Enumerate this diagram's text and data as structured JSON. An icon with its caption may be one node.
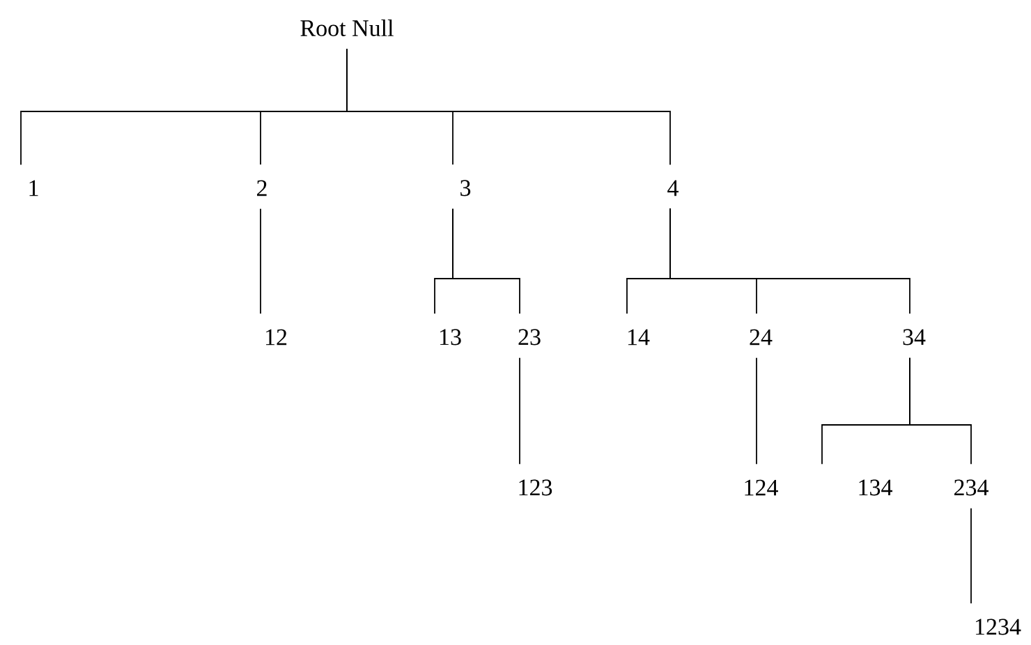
{
  "diagram": {
    "nodes": [
      {
        "text": [
          "Root Null"
        ]
      },
      {
        "text": [
          "1"
        ]
      },
      {
        "text": [
          "2"
        ]
      },
      {
        "text": [
          "3"
        ]
      },
      {
        "text": [
          "4"
        ]
      },
      {
        "text": [
          "12"
        ]
      },
      {
        "text": [
          "13"
        ]
      },
      {
        "text": [
          "23"
        ]
      },
      {
        "text": [
          "14"
        ]
      },
      {
        "text": [
          "24"
        ]
      },
      {
        "text": [
          "34"
        ]
      },
      {
        "text": [
          "123"
        ]
      },
      {
        "text": [
          "124"
        ]
      },
      {
        "text": [
          "134"
        ]
      },
      {
        "text": [
          "234"
        ]
      },
      {
        "text": [
          "1234"
        ]
      }
    ],
    "edges": [
      {
        "from": 0,
        "to": 1,
        "arrow": "none"
      },
      {
        "from": 0,
        "to": 2,
        "arrow": "none"
      },
      {
        "from": 0,
        "to": 3,
        "arrow": "none"
      },
      {
        "from": 0,
        "to": 4,
        "arrow": "none"
      },
      {
        "from": 2,
        "to": 5,
        "arrow": "none"
      },
      {
        "from": 3,
        "to": 6,
        "arrow": "none"
      },
      {
        "from": 3,
        "to": 7,
        "arrow": "none"
      },
      {
        "from": 7,
        "to": 11,
        "arrow": "none"
      },
      {
        "from": 4,
        "to": 8,
        "arrow": "none"
      },
      {
        "from": 4,
        "to": 9,
        "arrow": "none"
      },
      {
        "from": 4,
        "to": 10,
        "arrow": "none"
      },
      {
        "from": 9,
        "to": 12,
        "arrow": "none"
      },
      {
        "from": 10,
        "to": 13,
        "arrow": "none"
      },
      {
        "from": 10,
        "to": 14,
        "arrow": "none"
      },
      {
        "from": 14,
        "to": 15,
        "arrow": "none"
      }
    ]
  }
}
